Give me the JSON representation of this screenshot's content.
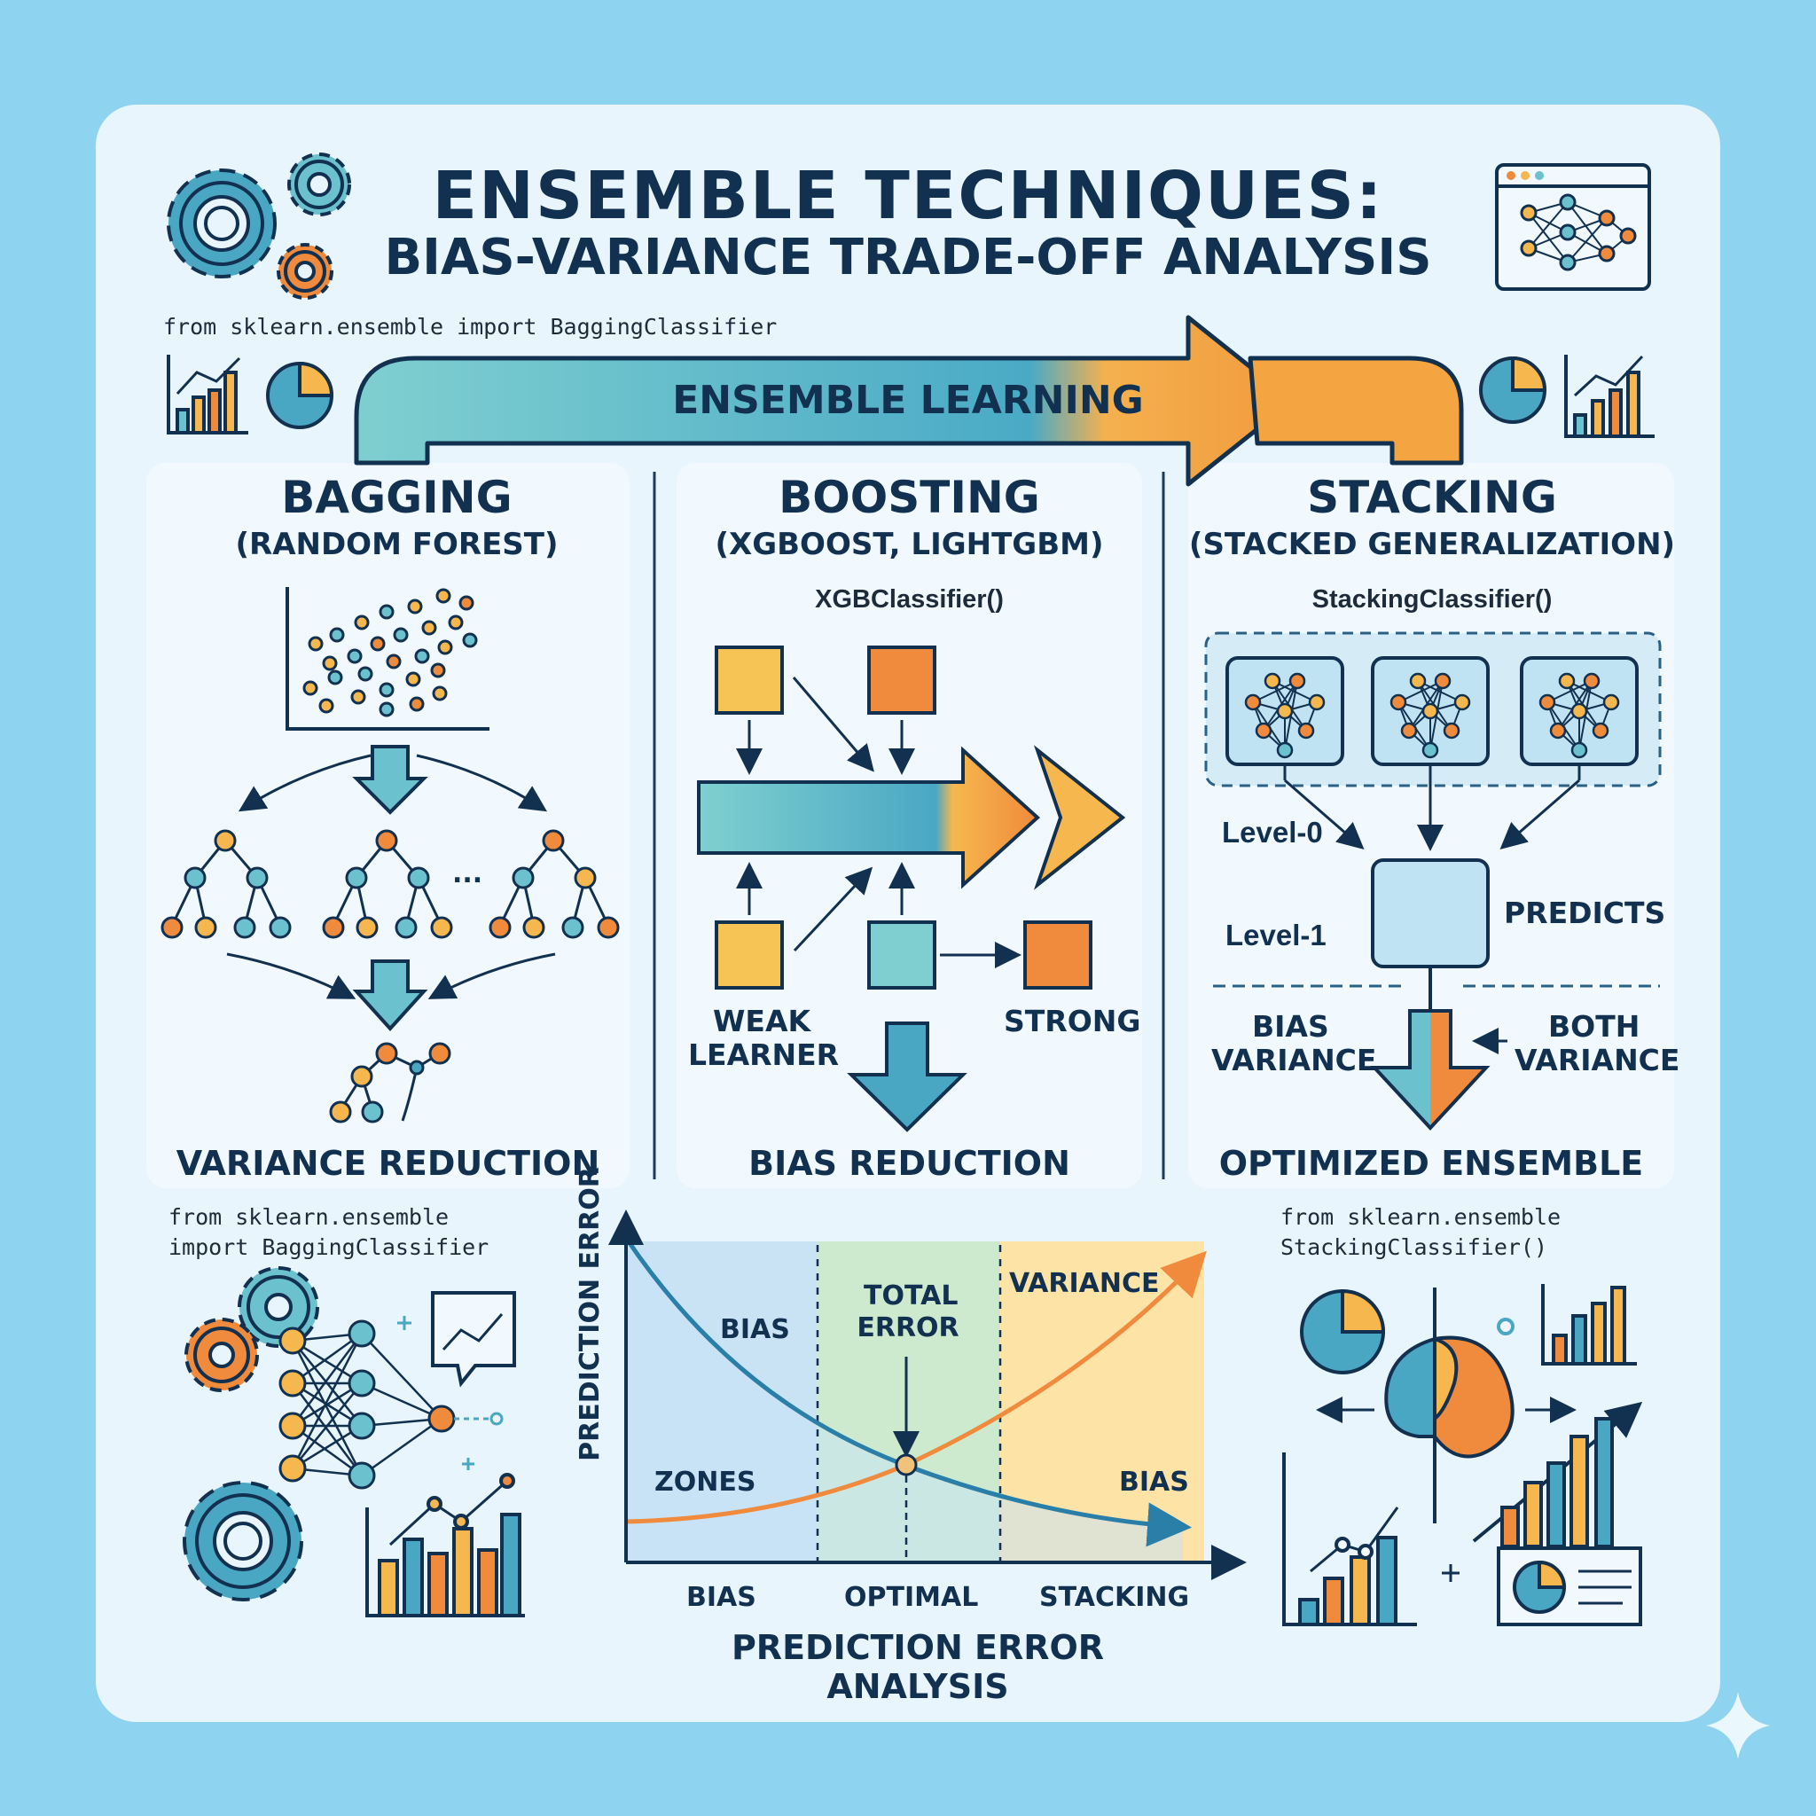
{
  "header": {
    "title_line1": "ENSEMBLE TECHNIQUES:",
    "title_line2": "BIAS-VARIANCE TRADE-OFF ANALYSIS",
    "code_top": "from sklearn.ensemble import BaggingClassifier",
    "banner": "ENSEMBLE LEARNING"
  },
  "bagging": {
    "title": "BAGGING",
    "subtitle": "(RANDOM FOREST)",
    "ellipsis": "...",
    "footer": "VARIANCE REDUCTION"
  },
  "boosting": {
    "title": "BOOSTING",
    "subtitle": "(XGBOOST, LIGHTGBM)",
    "code": "XGBClassifier()",
    "weak_line1": "WEAK",
    "weak_line2": "LEARNER",
    "strong": "STRONG",
    "footer": "BIAS REDUCTION"
  },
  "stacking": {
    "title": "STACKING",
    "subtitle": "(STACKED GENERALIZATION)",
    "code": "StackingClassifier()",
    "level0": "Level-0",
    "level1": "Level-1",
    "predicts": "PREDICTS",
    "bias": "BIAS",
    "variance_left": "VARIANCE",
    "both": "BOTH",
    "variance_right": "VARIANCE",
    "footer": "OPTIMIZED ENSEMBLE"
  },
  "bottom_left": {
    "code_line1": "from sklearn.ensemble",
    "code_line2": "import BaggingClassifier"
  },
  "bottom_right": {
    "code_line1": "from sklearn.ensemble",
    "code_line2": "StackingClassifier()"
  },
  "tradeoff_chart": {
    "ylabel": "PREDICTION ERROR",
    "title": "PREDICTION ERROR ANALYSIS",
    "curve_bias_label": "BIAS",
    "total_error_line1": "TOTAL",
    "total_error_line2": "ERROR",
    "curve_variance_label": "VARIANCE",
    "zones_label": "ZONES",
    "bias_right_label": "BIAS",
    "zone_left": "BIAS",
    "zone_mid": "OPTIMAL",
    "zone_right": "STACKING",
    "colors": {
      "bias": "#2a7fa8",
      "variance": "#f08a3c",
      "zone_left": "#c9e3f5",
      "zone_mid": "#cdeacf",
      "zone_right": "#fde3a6"
    }
  }
}
